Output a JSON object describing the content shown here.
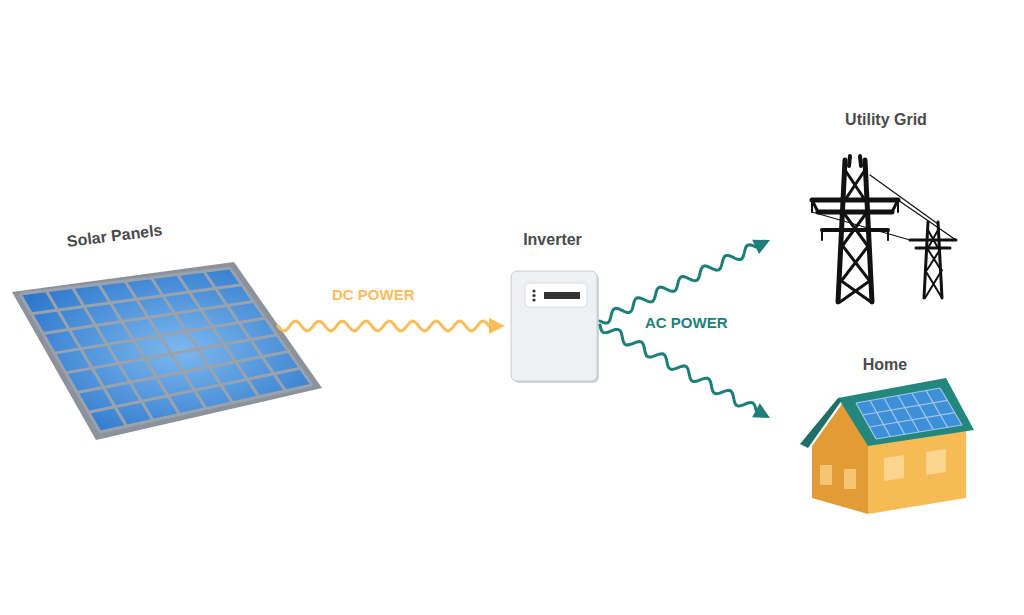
{
  "diagram": {
    "nodes": [
      {
        "text": [
          "Solar Panels"
        ]
      },
      {
        "text": [
          "Inverter"
        ]
      },
      {
        "text": [
          "Utility Grid"
        ]
      },
      {
        "text": [
          "Home"
        ]
      }
    ],
    "edges": [
      {
        "from": 0,
        "to": 1,
        "arrow": "to",
        "label": "DC POWER"
      },
      {
        "from": 1,
        "to": 2,
        "arrow": "to",
        "label": "AC POWER"
      },
      {
        "from": 1,
        "to": 3,
        "arrow": "to"
      }
    ]
  }
}
